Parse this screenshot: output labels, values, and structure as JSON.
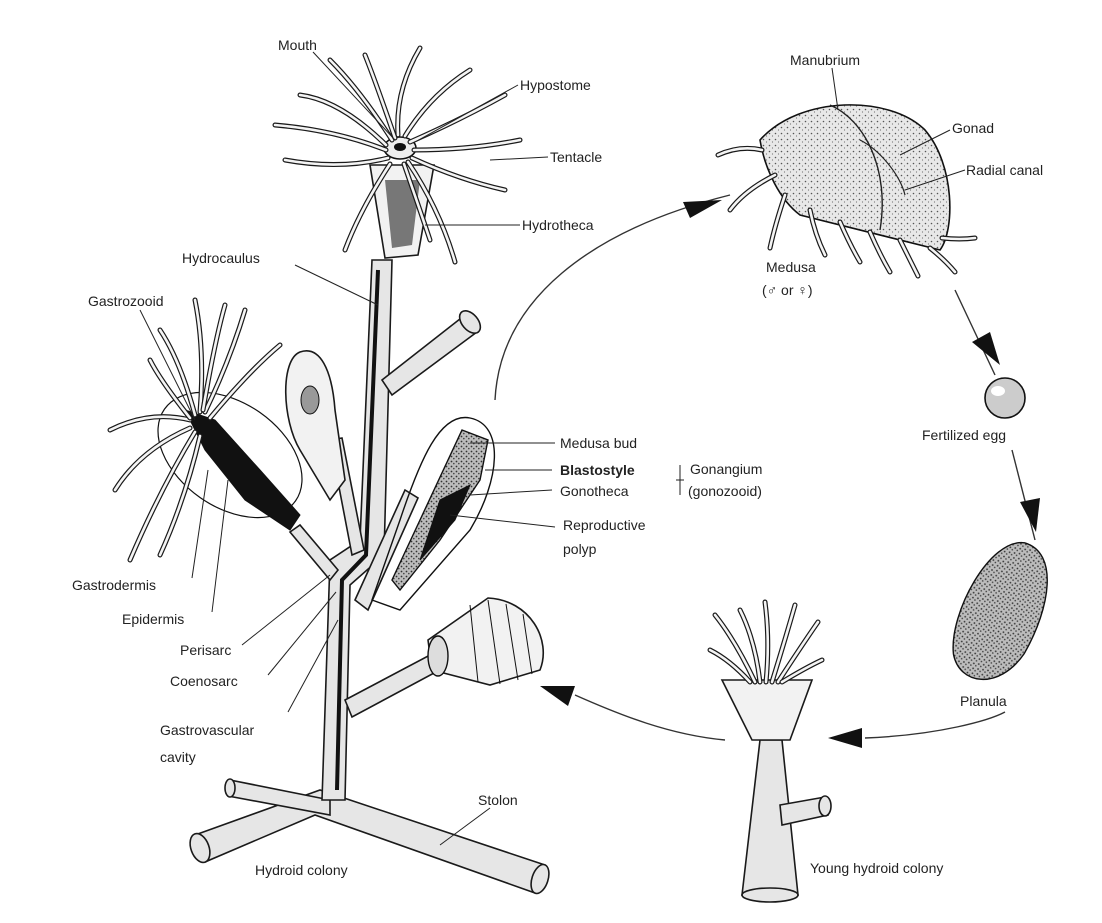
{
  "labels": {
    "mouth": "Mouth",
    "hypostome": "Hypostome",
    "tentacle": "Tentacle",
    "hydrotheca": "Hydrotheca",
    "hydrocaulus": "Hydrocaulus",
    "gastrozooid": "Gastrozooid",
    "gastrodermis": "Gastrodermis",
    "epidermis": "Epidermis",
    "perisarc": "Perisarc",
    "coenosarc": "Coenosarc",
    "gastrovascular_line1": "Gastrovascular",
    "gastrovascular_line2": "cavity",
    "stolon": "Stolon",
    "hydroid_colony": "Hydroid colony",
    "medusa_bud": "Medusa bud",
    "blastostyle": "Blastostyle",
    "gonotheca": "Gonotheca",
    "gonangium_line1": "Gonangium",
    "gonangium_line2": "(gonozooid)",
    "reproductive_line1": "Reproductive",
    "reproductive_line2": "polyp",
    "manubrium": "Manubrium",
    "gonad": "Gonad",
    "radial_canal": "Radial canal",
    "medusa_line1": "Medusa",
    "medusa_line2": "(♂ or ♀)",
    "fertilized_egg": "Fertilized egg",
    "planula": "Planula",
    "young_hydroid_colony": "Young hydroid colony"
  }
}
